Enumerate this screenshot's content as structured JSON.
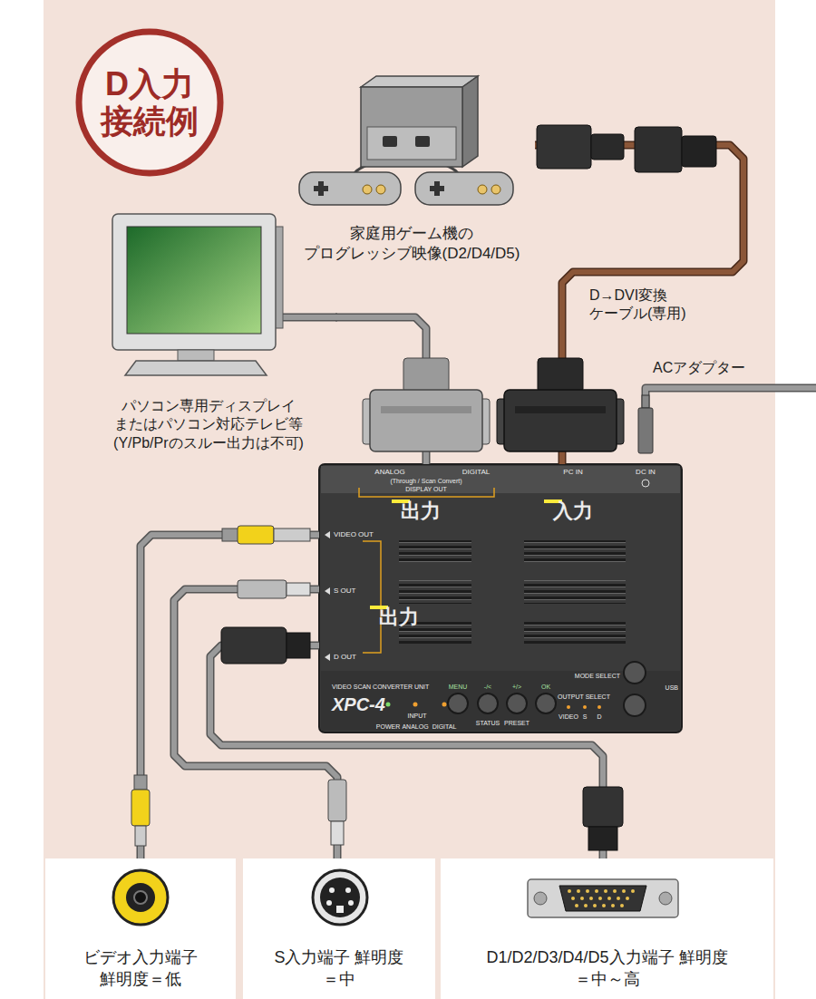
{
  "diagram": {
    "title": "D入力 接続例",
    "nodes": [
      {
        "text": [
          "家庭用ゲーム機の プログレッシブ映像(D2/D4/D5)"
        ]
      },
      {
        "text": [
          "パソコン専用ディスプレイ またはパソコン対応テレビ等 (Y/Pb/Prのスルー出力は不可)"
        ]
      },
      {
        "text": [
          "ANALOG",
          "DIGITAL",
          "(Through / Scan Convert)",
          "DISPLAY OUT",
          "PC IN",
          "DC IN",
          "VIDEO OUT",
          "S OUT",
          "D OUT",
          "VIDEO SCAN CONVERTER UNIT",
          "XPC-4",
          "MENU",
          "-/<",
          "+/>",
          "OK",
          "STATUS",
          "PRESET",
          "POWER",
          "INPUT",
          "ANALOG",
          "DIGITAL",
          "MODE SELECT",
          "USB",
          "OUTPUT SELECT",
          "VIDEO",
          "S",
          "D"
        ]
      },
      {
        "text": [
          "出力"
        ],
        "in": 2
      },
      {
        "text": [
          "入力"
        ],
        "in": 2
      },
      {
        "text": [
          "出力"
        ],
        "in": 2
      },
      {
        "text": [
          "ビデオ入力端子 鮮明度＝低"
        ]
      },
      {
        "text": [
          "S入力端子 鮮明度＝中"
        ]
      },
      {
        "text": [
          "D1/D2/D3/D4/D5入力端子 鮮明度＝中～高"
        ]
      }
    ],
    "edges": [
      {
        "from": 0,
        "to": 2,
        "label": "D→DVI変換 ケーブル(専用)",
        "arrow": "none"
      },
      {
        "from": 2,
        "to": 1,
        "arrow": "none"
      },
      {
        "from": 2,
        "to": 6,
        "arrow": "none"
      },
      {
        "from": 2,
        "to": 7,
        "arrow": "none"
      },
      {
        "from": 2,
        "to": 8,
        "arrow": "none"
      }
    ],
    "labels": [
      "ACアダプター"
    ]
  }
}
